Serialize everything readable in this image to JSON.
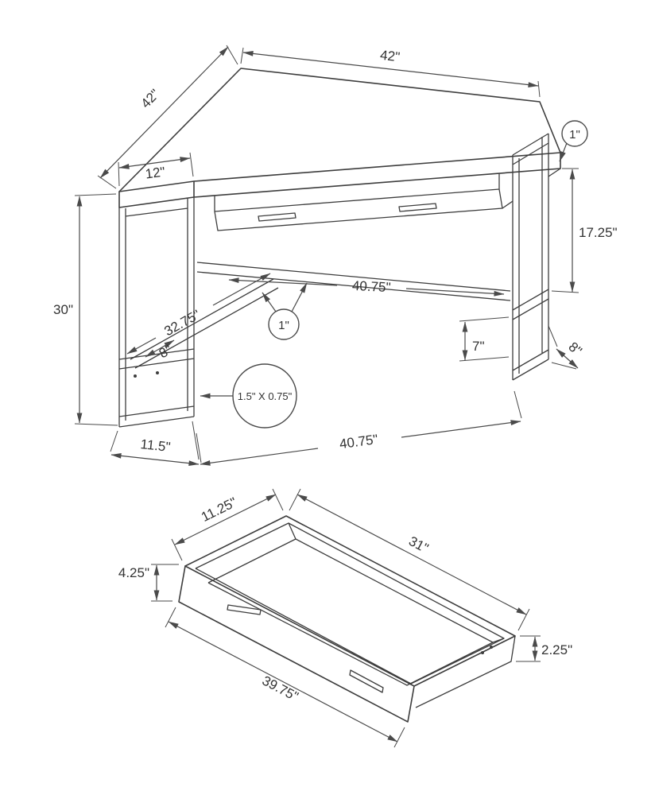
{
  "colors": {
    "line": "#3d3d3d",
    "text": "#333333",
    "background": "#ffffff"
  },
  "desk": {
    "back_right_edge": "42\"",
    "back_left_edge": "42\"",
    "side_edge": "12\"",
    "top_thickness": "1\"",
    "underside_to_shelf": "17.25\"",
    "height": "30\"",
    "beam_length": "40.75\"",
    "brace_length": "32.75\"",
    "shelf_depth": "8\"",
    "tube_thickness": "1\"",
    "beam_to_shelf": "7\"",
    "leg_depth": "8\"",
    "tube_profile": "1.5\" X 0.75\"",
    "front_width": "40.75\"",
    "leg_width": "11.5\""
  },
  "drawer": {
    "depth": "11.25\"",
    "inner_length": "31\"",
    "front_height": "4.25\"",
    "side_height": "2.25\"",
    "front_length": "39.75\""
  }
}
